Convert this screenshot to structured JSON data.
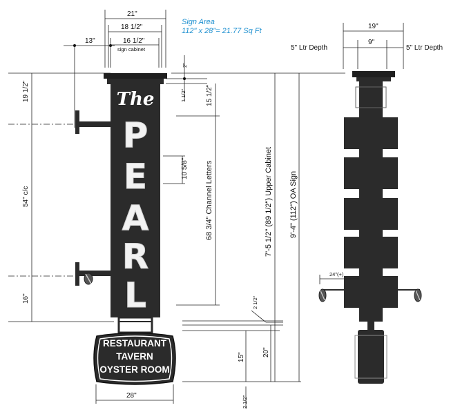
{
  "sign_area": {
    "title": "Sign Area",
    "formula": "112\" x 28\"= 21.77 Sq Ft"
  },
  "front_view": {
    "script_text": "The",
    "letters": [
      "P",
      "E",
      "A",
      "R",
      "L"
    ],
    "cabinet_lines": [
      "RESTAURANT",
      "TAVERN",
      "OYSTER ROOM"
    ]
  },
  "dimensions": {
    "width_21": "21\"",
    "width_18_5": "18 1/2\"",
    "width_16_5": "16 1/2\"",
    "sign_cabinet": "sign cabinet",
    "offset_13": "13\"",
    "top_19_5": "19 1/2\"",
    "center_54": "54\" c/c",
    "bottom_16": "16\"",
    "bottom_width_28": "28\"",
    "cap_2": "2\"",
    "cap_1_5": "1 1/2\"",
    "height_15_5": "15 1/2\"",
    "letter_10_58": "10 5/8\"",
    "channel_letters": "68 3/4\"  Channel Letters",
    "upper_cabinet": "7'-5 1/2\" (89 1/2\")  Upper Cabinet",
    "oa_sign": "9'-4\" (112\")  OA Sign",
    "gap_2_5": "2 1/2\"",
    "gap_2_5_bottom": "2 1/2\"",
    "cabinet_15": "15\"",
    "cabinet_20": "20\"",
    "side_19": "19\"",
    "side_9": "9\"",
    "ltr_depth_left": "5\" Ltr Depth",
    "ltr_depth_right": "5\" Ltr Depth",
    "arm_24": "24\"(+)"
  },
  "colors": {
    "sign_body": "#2b2b2b",
    "cap": "#1f1f1f",
    "accent_note": "#1e90d0"
  }
}
